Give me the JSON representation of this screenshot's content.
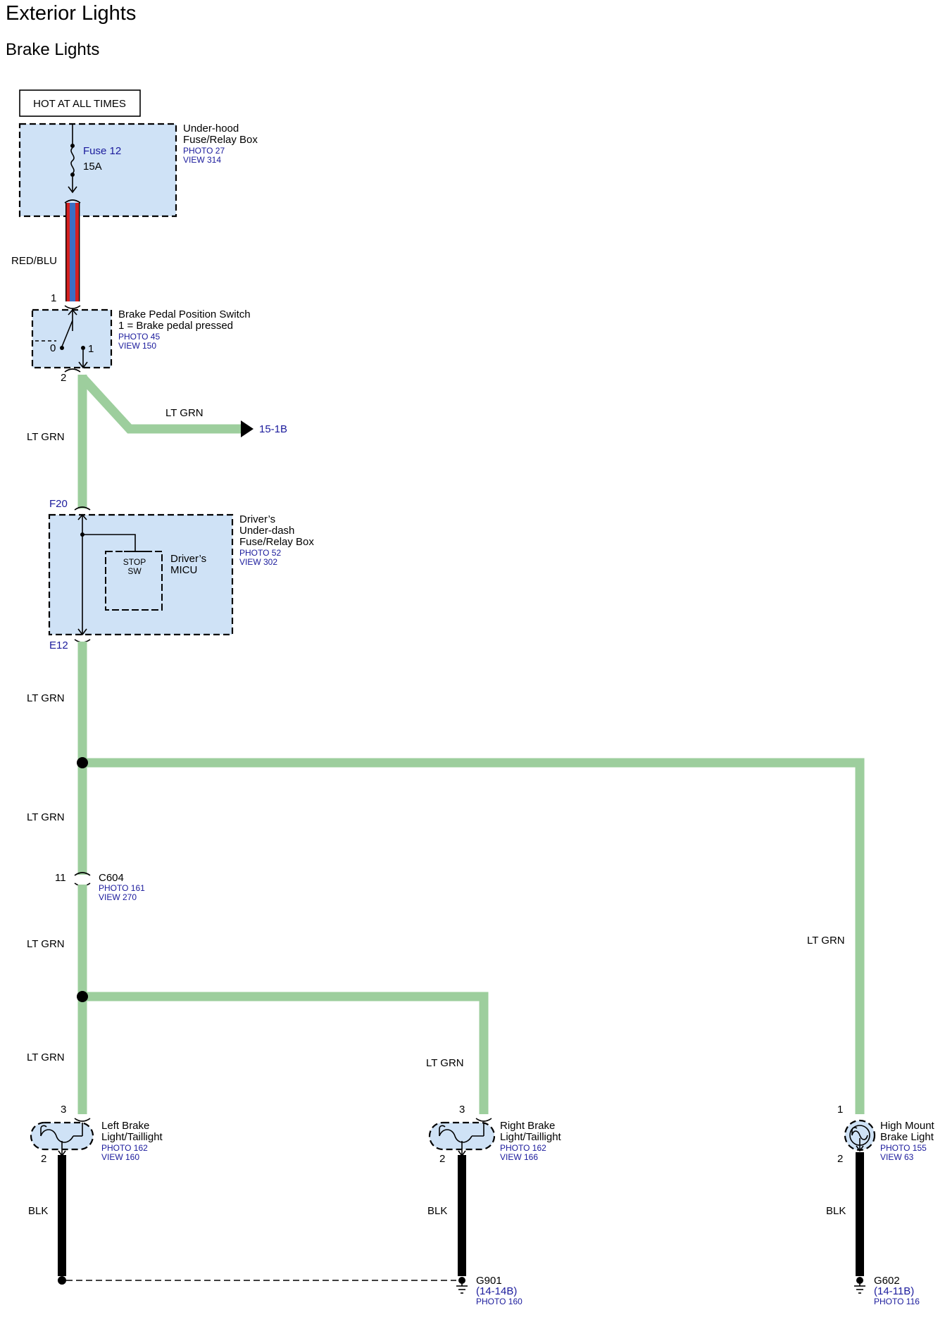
{
  "header": {
    "title": "Exterior Lights",
    "subtitle": "Brake Lights"
  },
  "power": {
    "label": "HOT AT ALL TIMES"
  },
  "fuse_box": {
    "name_line1": "Under-hood",
    "name_line2": "Fuse/Relay Box",
    "photo": "PHOTO 27",
    "view": "VIEW 314",
    "fuse_name": "Fuse 12",
    "fuse_rating": "15A"
  },
  "wires": {
    "red_blu": "RED/BLU",
    "lt_grn": "LT GRN",
    "blk": "BLK"
  },
  "brake_switch": {
    "name_line1": "Brake Pedal Position Switch",
    "name_line2": "1 = Brake pedal pressed",
    "photo": "PHOTO 45",
    "view": "VIEW 150",
    "pin_top": "1",
    "pin_bottom": "2",
    "pos_0": "0",
    "pos_1": "1"
  },
  "branch_ref": "15-1B",
  "dash_box": {
    "name_line1": "Driver’s",
    "name_line2": "Under-dash",
    "name_line3": "Fuse/Relay Box",
    "photo": "PHOTO 52",
    "view": "VIEW 302",
    "pin_top": "F20",
    "pin_bottom": "E12",
    "micu_line1": "Driver’s",
    "micu_line2": "MICU",
    "stop_line1": "STOP",
    "stop_line2": "SW"
  },
  "c604": {
    "pin": "11",
    "name": "C604",
    "photo": "PHOTO 161",
    "view": "VIEW 270"
  },
  "left_light": {
    "name_line1": "Left Brake",
    "name_line2": "Light/Taillight",
    "photo": "PHOTO 162",
    "view": "VIEW 160",
    "pin_top": "3",
    "pin_bottom": "2"
  },
  "right_light": {
    "name_line1": "Right Brake",
    "name_line2": "Light/Taillight",
    "photo": "PHOTO 162",
    "view": "VIEW 166",
    "pin_top": "3",
    "pin_bottom": "2"
  },
  "high_mount": {
    "name_line1": "High Mount",
    "name_line2": "Brake Light",
    "photo": "PHOTO 155",
    "view": "VIEW 63",
    "pin_top": "1",
    "pin_bottom": "2"
  },
  "g901": {
    "name": "G901",
    "ref": "(14-14B)",
    "photo": "PHOTO 160"
  },
  "g602": {
    "name": "G602",
    "ref": "(14-11B)",
    "photo": "PHOTO 116"
  },
  "colors": {
    "wire_lt_grn": "#9dce9d",
    "wire_red": "#d42020",
    "wire_blu": "#3a6fc4",
    "component_fill": "#cfe2f6",
    "ref_text": "#1a1a9c"
  }
}
